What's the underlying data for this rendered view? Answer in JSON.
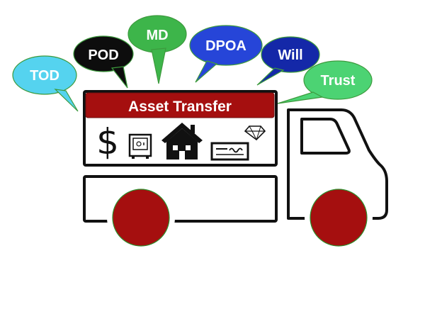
{
  "banner": {
    "label": "Asset Transfer",
    "color": "#a50f0f"
  },
  "bubbles": [
    {
      "id": "tod",
      "label": "TOD",
      "fill": "#55d3ef",
      "text_color": "#ffffff"
    },
    {
      "id": "pod",
      "label": "POD",
      "fill": "#0d0d0d",
      "text_color": "#ffffff"
    },
    {
      "id": "md",
      "label": "MD",
      "fill": "#3db54a",
      "text_color": "#ffffff"
    },
    {
      "id": "dpoa",
      "label": "DPOA",
      "fill": "#2645d8",
      "text_color": "#ffffff"
    },
    {
      "id": "will",
      "label": "Will",
      "fill": "#1428a8",
      "text_color": "#ffffff"
    },
    {
      "id": "trust",
      "label": "Trust",
      "fill": "#4cd373",
      "text_color": "#ffffff"
    }
  ],
  "cargo_icons": [
    {
      "id": "dollar",
      "icon": "dollar-sign-icon",
      "glyph": "$"
    },
    {
      "id": "safe",
      "icon": "safe-icon"
    },
    {
      "id": "house",
      "icon": "house-icon"
    },
    {
      "id": "check",
      "icon": "check-icon"
    },
    {
      "id": "gem",
      "icon": "diamond-icon"
    }
  ],
  "wheel_color": "#a50f0f"
}
